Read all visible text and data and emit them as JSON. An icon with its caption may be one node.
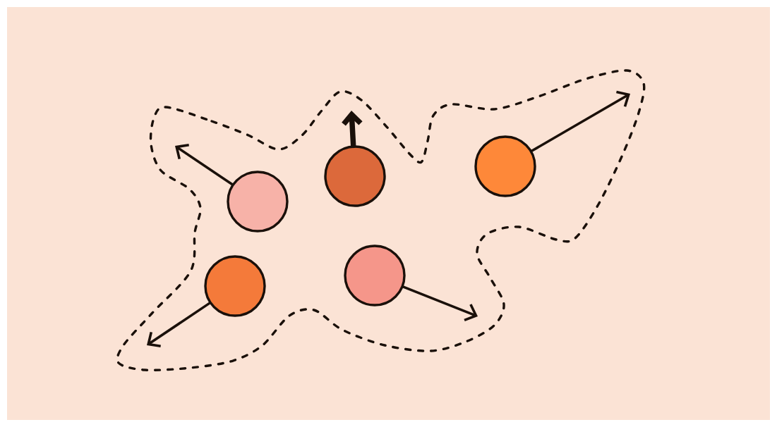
{
  "diagram": {
    "nodes": [
      {
        "text": [],
        "shape": "cloud"
      },
      {
        "text": [],
        "shape": "circle",
        "in": 0
      },
      {
        "text": [],
        "shape": "circle",
        "in": 0
      },
      {
        "text": [],
        "shape": "circle",
        "in": 0
      },
      {
        "text": [],
        "shape": "circle",
        "in": 0
      },
      {
        "text": [],
        "shape": "circle",
        "in": 0
      }
    ],
    "edges": [
      {
        "from": 1,
        "to": null,
        "arrow": "to"
      },
      {
        "from": 2,
        "to": null,
        "arrow": "to",
        "style": "thick"
      },
      {
        "from": 3,
        "to": null,
        "arrow": "to"
      },
      {
        "from": 4,
        "to": null,
        "arrow": "to"
      },
      {
        "from": 5,
        "to": null,
        "arrow": "to"
      }
    ]
  }
}
